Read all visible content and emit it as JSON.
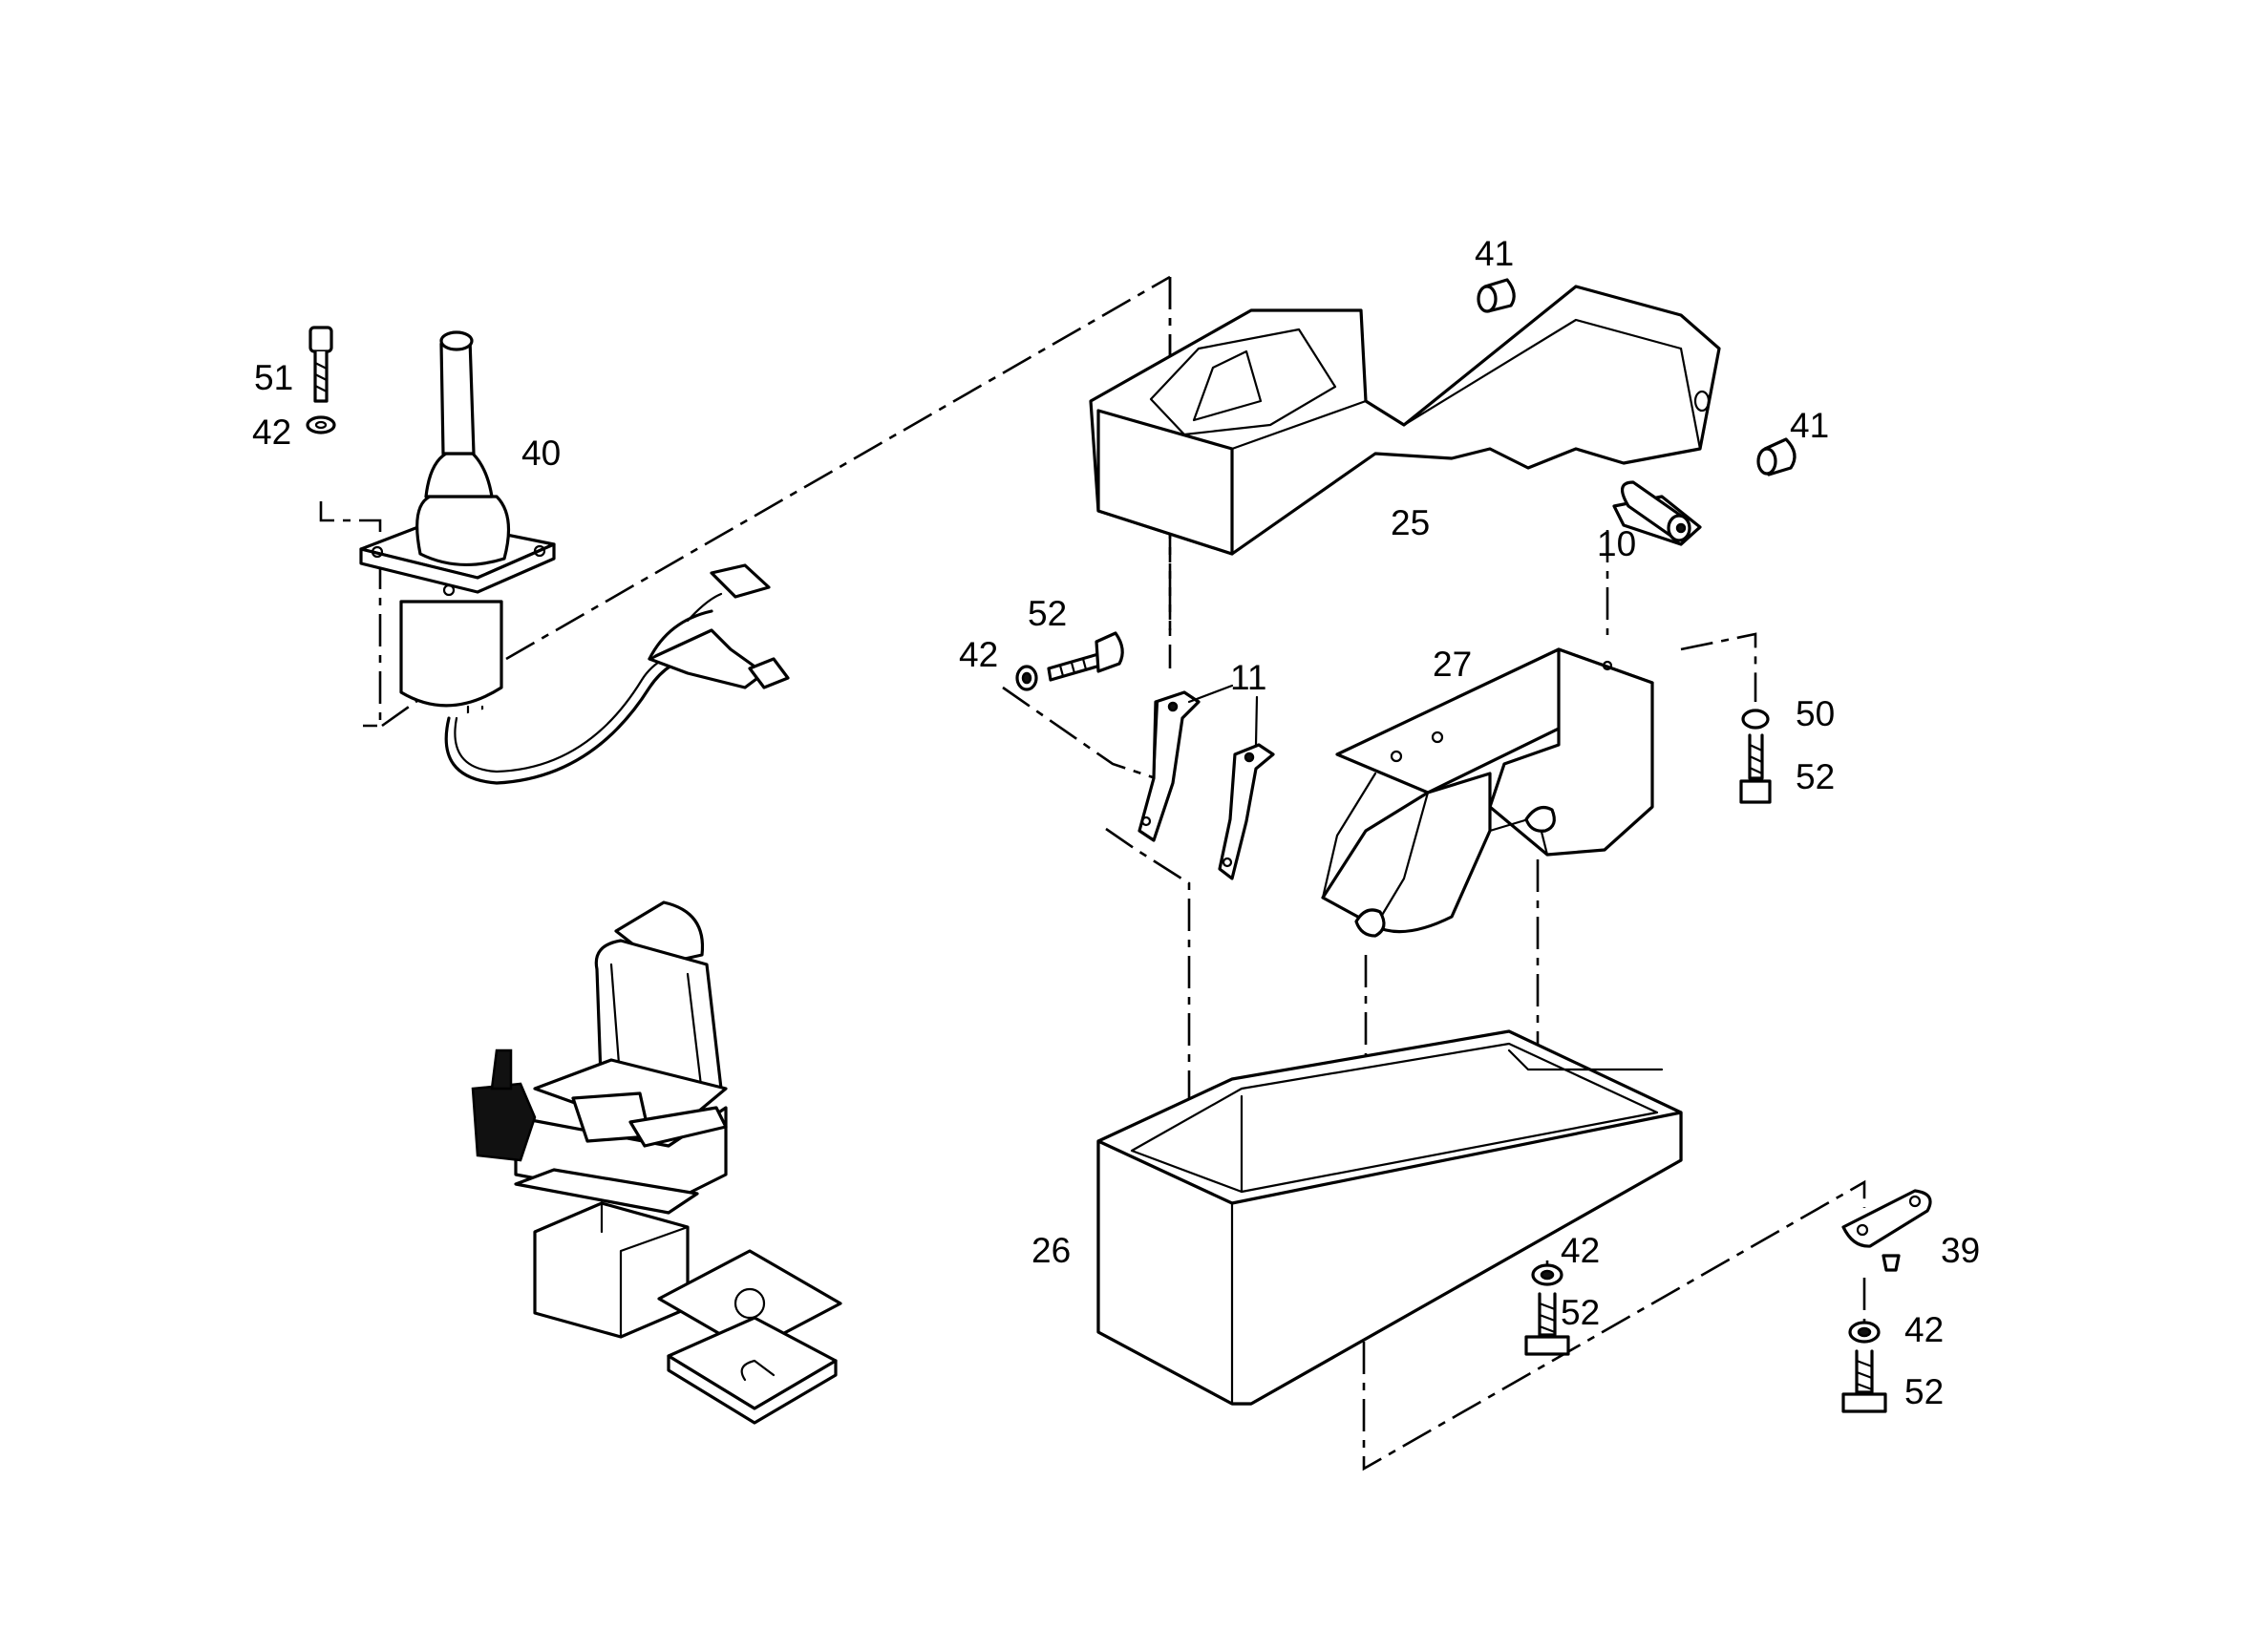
{
  "callouts": [
    {
      "id": "c51",
      "text": "51"
    },
    {
      "id": "c42a",
      "text": "42"
    },
    {
      "id": "c40",
      "text": "40"
    },
    {
      "id": "c41a",
      "text": "41"
    },
    {
      "id": "c41b",
      "text": "41"
    },
    {
      "id": "c25",
      "text": "25"
    },
    {
      "id": "c10",
      "text": "10"
    },
    {
      "id": "c52a",
      "text": "52"
    },
    {
      "id": "c42b",
      "text": "42"
    },
    {
      "id": "c11",
      "text": "11"
    },
    {
      "id": "c27",
      "text": "27"
    },
    {
      "id": "c50",
      "text": "50"
    },
    {
      "id": "c52b",
      "text": "52"
    },
    {
      "id": "c26",
      "text": "26"
    },
    {
      "id": "c42c",
      "text": "42"
    },
    {
      "id": "c52c",
      "text": "52"
    },
    {
      "id": "c39",
      "text": "39"
    },
    {
      "id": "c42d",
      "text": "42"
    },
    {
      "id": "c52d",
      "text": "52"
    }
  ]
}
